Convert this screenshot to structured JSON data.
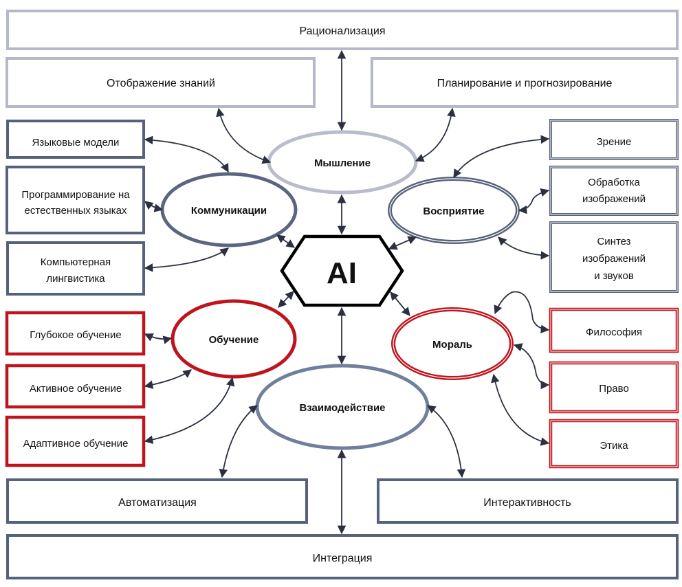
{
  "diagram": {
    "center": {
      "label": "AI"
    },
    "outer_boxes": {
      "top_wide": "Рационализация",
      "top_left": "Отображение знаний",
      "top_right": "Планирование и прогнозирование",
      "bottom_left": "Автоматизация",
      "bottom_right": "Интерактивность",
      "bottom_wide": "Интеграция"
    },
    "hubs": {
      "thinking": "Мышление",
      "communication": "Коммуникации",
      "perception": "Восприятие",
      "learning": "Обучение",
      "morality": "Мораль",
      "interaction": "Взаимодействие"
    },
    "communication_items": [
      {
        "lines": [
          "Языковые модели"
        ]
      },
      {
        "lines": [
          "Программирование на",
          "естественных языках"
        ]
      },
      {
        "lines": [
          "Компьютерная",
          "лингвистика"
        ]
      }
    ],
    "perception_items": [
      {
        "lines": [
          "Зрение"
        ]
      },
      {
        "lines": [
          "Обработка",
          "изображений"
        ]
      },
      {
        "lines": [
          "Синтез",
          "изображений",
          "и звуков"
        ]
      }
    ],
    "learning_items": [
      {
        "lines": [
          "Глубокое обучение"
        ]
      },
      {
        "lines": [
          "Активное обучение"
        ]
      },
      {
        "lines": [
          "Адаптивное обучение"
        ]
      }
    ],
    "morality_items": [
      {
        "lines": [
          "Философия"
        ]
      },
      {
        "lines": [
          "Право"
        ]
      },
      {
        "lines": [
          "Этика"
        ]
      }
    ],
    "colors": {
      "light_border": "#b4b8c8",
      "dark_border": "#56627a",
      "red_border": "#c0141c",
      "connector": "#2b3140"
    }
  }
}
